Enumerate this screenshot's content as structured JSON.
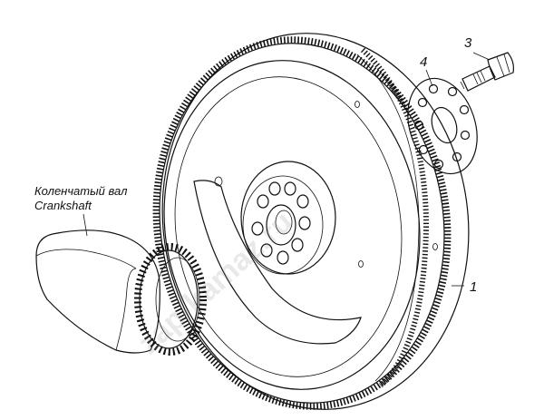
{
  "callouts": {
    "one": "1",
    "three": "3",
    "four": "4"
  },
  "crankshaft_label": {
    "ru": "Коленчатый вал",
    "en": "Crankshaft"
  },
  "watermark": "zap-kamaz.ru"
}
